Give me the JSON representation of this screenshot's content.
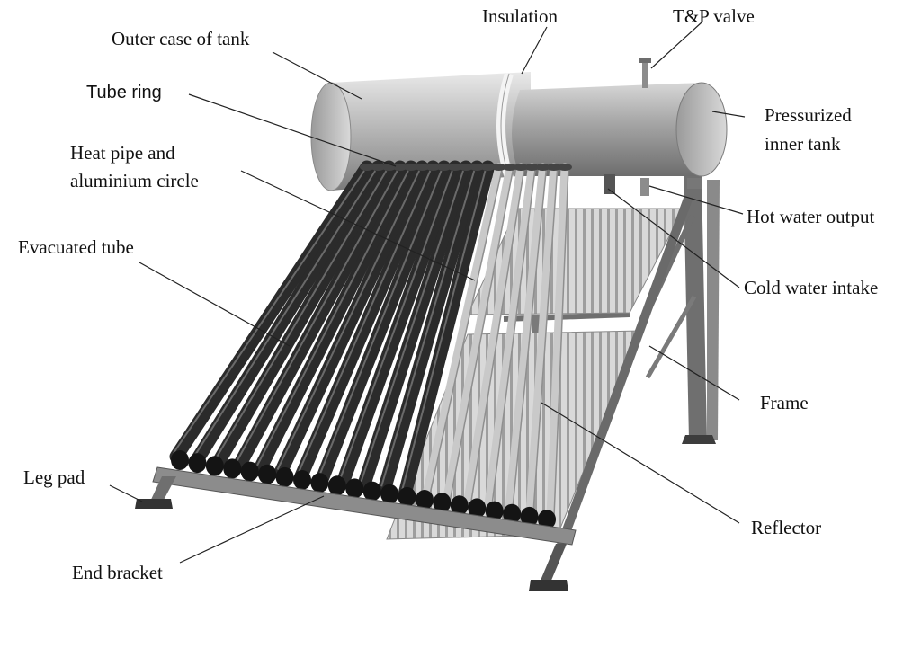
{
  "diagram": {
    "labels": {
      "insulation": "Insulation",
      "tp_valve": "T&P valve",
      "outer_case": "Outer case of tank",
      "tube_ring": "Tube ring",
      "pressurized_line1": "Pressurized",
      "pressurized_line2": "inner tank",
      "heat_pipe_line1": "Heat pipe and",
      "heat_pipe_line2": "aluminium circle",
      "hot_water": "Hot water output",
      "evacuated_tube": "Evacuated tube",
      "cold_water": "Cold water intake",
      "frame": "Frame",
      "leg_pad": "Leg pad",
      "reflector": "Reflector",
      "end_bracket": "End bracket"
    },
    "dark_tube_count": 12,
    "open_tube_count": 7,
    "colors": {
      "tube_dark": "#2b2b2b",
      "tube_open": "#c9c9c9",
      "tank_metal": "#b8b8b8",
      "reflector": "#d6d6d6",
      "frame_metal": "#6f6f6f"
    }
  }
}
